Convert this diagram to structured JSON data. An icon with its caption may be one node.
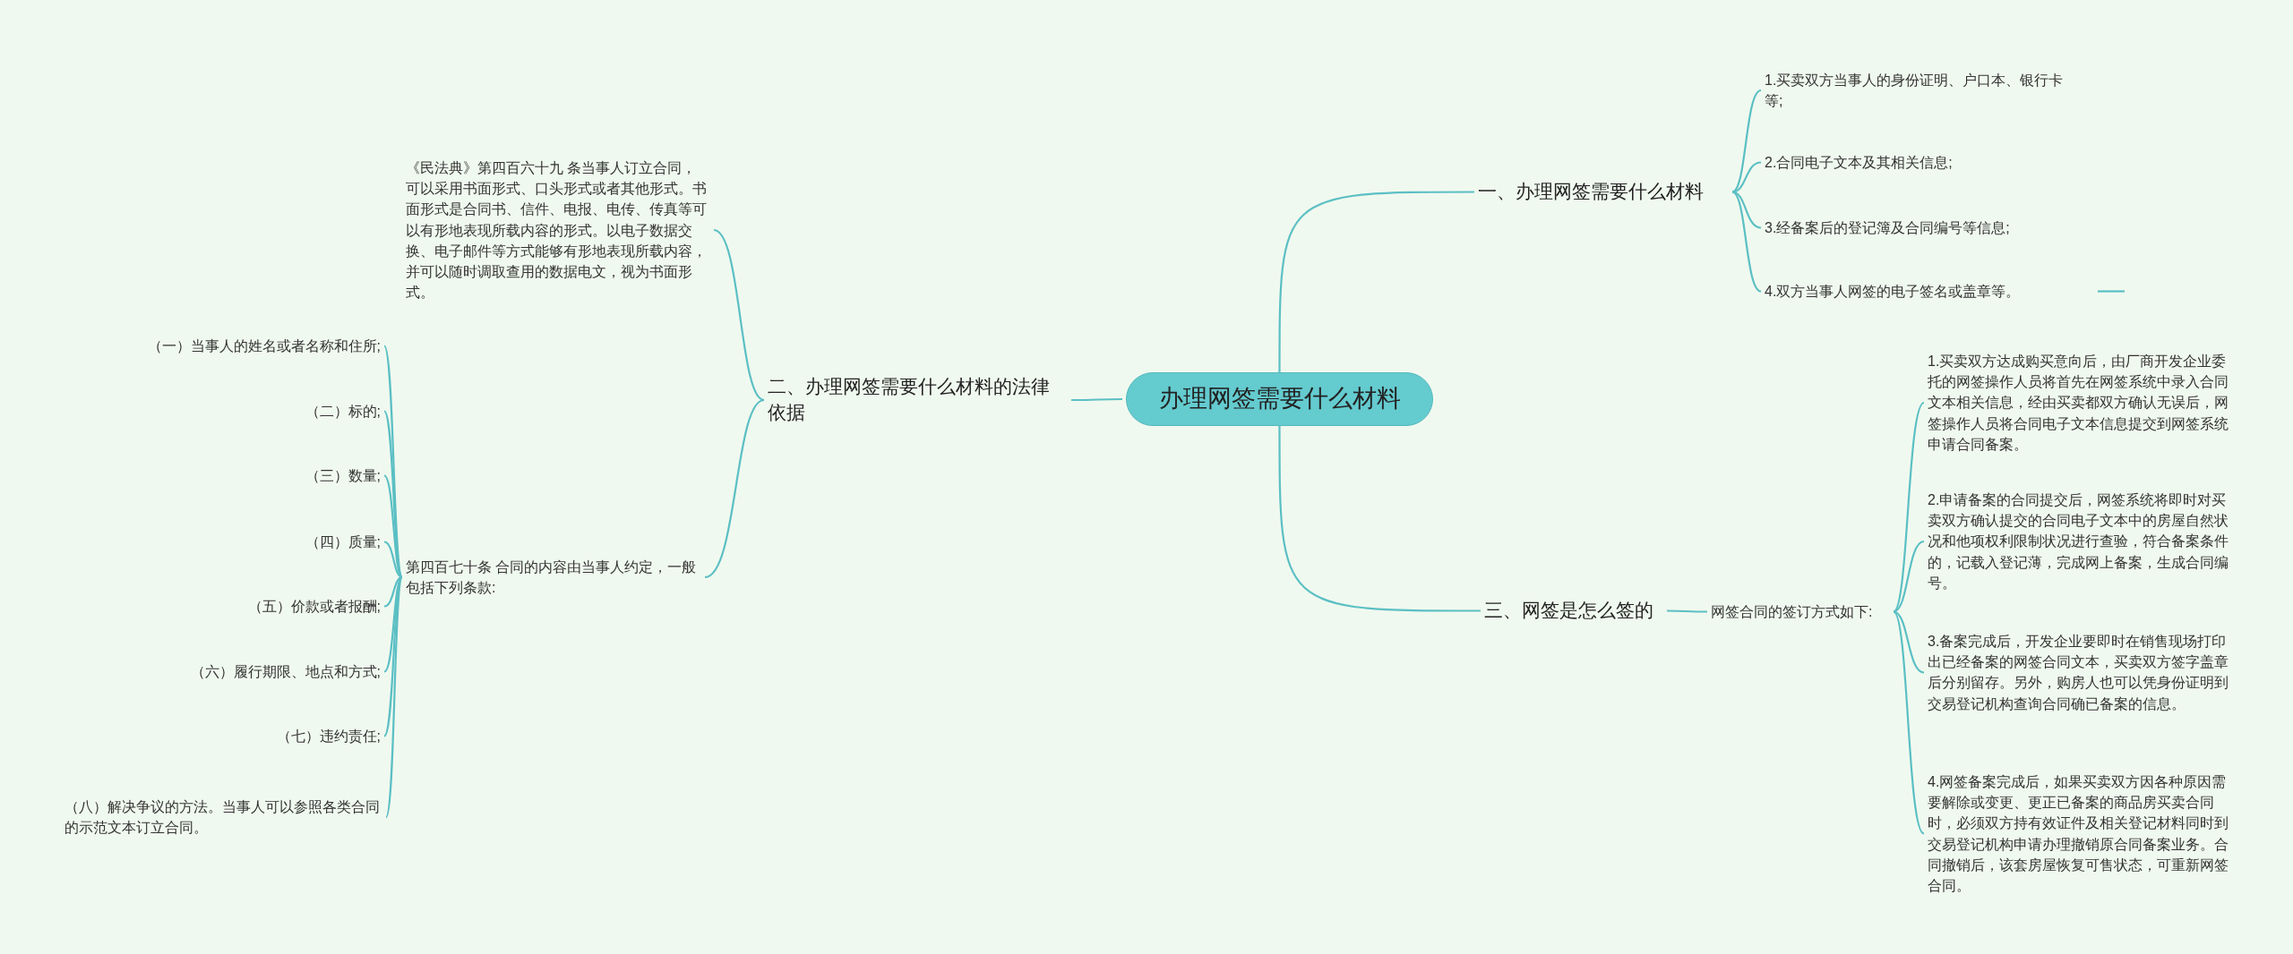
{
  "diagram": {
    "nodes": [
      {
        "text": [
          "办理网签需要什么材料"
        ]
      },
      {
        "text": [
          "一、办理网签需要什么材料"
        ]
      },
      {
        "text": [
          "1.买卖双方当事人的身份证明、户口本、银行卡等;"
        ]
      },
      {
        "text": [
          "2.合同电子文本及其相关信息;"
        ]
      },
      {
        "text": [
          "3.经备案后的登记簿及合同编号等信息;"
        ]
      },
      {
        "text": [
          "4.双方当事人网签的电子签名或盖章等。"
        ]
      },
      {
        "text": [
          "二、办理网签需要什么材料的法律依据"
        ]
      },
      {
        "text": [
          "《民法典》第四百六十九 条当事人订立合同，可以采用书面形式、口头形式或者其他形式。书面形式是合同书、信件、电报、电传、传真等可以有形地表现所载内容的形式。以电子数据交换、电子邮件等方式能够有形地表现所载内容，并可以随时调取查用的数据电文，视为书面形式。"
        ]
      },
      {
        "text": [
          "第四百七十条 合同的内容由当事人约定，一般包括下列条款:"
        ]
      },
      {
        "text": [
          "（一）当事人的姓名或者名称和住所;"
        ]
      },
      {
        "text": [
          "（二）标的;"
        ]
      },
      {
        "text": [
          "（三）数量;"
        ]
      },
      {
        "text": [
          "（四）质量;"
        ]
      },
      {
        "text": [
          "（五）价款或者报酬;"
        ]
      },
      {
        "text": [
          "（六）履行期限、地点和方式;"
        ]
      },
      {
        "text": [
          "（七）违约责任;"
        ]
      },
      {
        "text": [
          "（八）解决争议的方法。当事人可以参照各类合同的示范文本订立合同。"
        ]
      },
      {
        "text": [
          "三、网签是怎么签的"
        ]
      },
      {
        "text": [
          "网签合同的签订方式如下:"
        ]
      },
      {
        "text": [
          "1.买卖双方达成购买意向后，由厂商开发企业委托的网签操作人员将首先在网签系统中录入合同文本相关信息，经由买卖都双方确认无误后，网签操作人员将合同电子文本信息提交到网签系统申请合同备案。"
        ]
      },
      {
        "text": [
          "2.申请备案的合同提交后，网签系统将即时对买卖双方确认提交的合同电子文本中的房屋自然状况和他项权利限制状况进行查验，符合备案条件的，记载入登记薄，完成网上备案，生成合同编号。"
        ]
      },
      {
        "text": [
          "3.备案完成后，开发企业要即时在销售现场打印出已经备案的网签合同文本，买卖双方签字盖章后分别留存。另外，购房人也可以凭身份证明到交易登记机构查询合同确已备案的信息。"
        ]
      },
      {
        "text": [
          "4.网签备案完成后，如果买卖双方因各种原因需要解除或变更、更正已备案的商品房买卖合同时，必须双方持有效证件及相关登记材料同时到交易登记机构申请办理撤销原合同备案业务。合同撤销后，该套房屋恢复可售状态，可重新网签合同。"
        ]
      }
    ],
    "edges": [
      {
        "from": 0,
        "to": 1,
        "arrow": "none"
      },
      {
        "from": 1,
        "to": 2,
        "arrow": "none"
      },
      {
        "from": 1,
        "to": 3,
        "arrow": "none"
      },
      {
        "from": 1,
        "to": 4,
        "arrow": "none"
      },
      {
        "from": 1,
        "to": 5,
        "arrow": "none"
      },
      {
        "from": 0,
        "to": 6,
        "arrow": "none"
      },
      {
        "from": 6,
        "to": 7,
        "arrow": "none"
      },
      {
        "from": 6,
        "to": 8,
        "arrow": "none"
      },
      {
        "from": 8,
        "to": 9,
        "arrow": "none"
      },
      {
        "from": 8,
        "to": 10,
        "arrow": "none"
      },
      {
        "from": 8,
        "to": 11,
        "arrow": "none"
      },
      {
        "from": 8,
        "to": 12,
        "arrow": "none"
      },
      {
        "from": 8,
        "to": 13,
        "arrow": "none"
      },
      {
        "from": 8,
        "to": 14,
        "arrow": "none"
      },
      {
        "from": 8,
        "to": 15,
        "arrow": "none"
      },
      {
        "from": 8,
        "to": 16,
        "arrow": "none"
      },
      {
        "from": 0,
        "to": 17,
        "arrow": "none"
      },
      {
        "from": 17,
        "to": 18,
        "arrow": "none"
      },
      {
        "from": 18,
        "to": 19,
        "arrow": "none"
      },
      {
        "from": 18,
        "to": 20,
        "arrow": "none"
      },
      {
        "from": 18,
        "to": 21,
        "arrow": "none"
      },
      {
        "from": 18,
        "to": 22,
        "arrow": "none"
      }
    ]
  }
}
